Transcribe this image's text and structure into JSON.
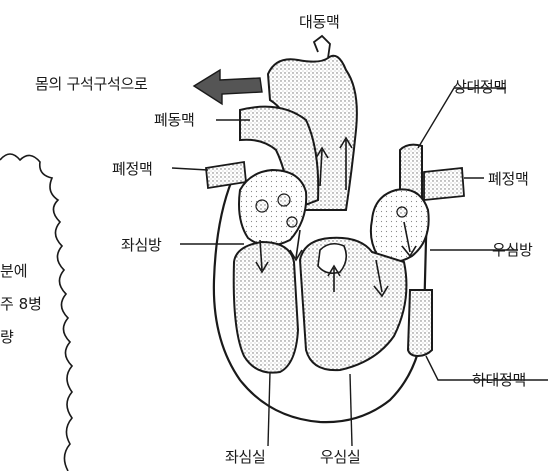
{
  "labels": {
    "aorta": "대동맥",
    "to_body": "몸의 구석구석으로",
    "pulmonary_artery": "폐동맥",
    "superior_vena_cava": "상대정맥",
    "pulmonary_vein_left": "폐정맥",
    "pulmonary_vein_right": "폐정맥",
    "left_atrium": "좌심방",
    "right_atrium": "우심방",
    "inferior_vena_cava": "하대정맥",
    "left_ventricle": "좌심실",
    "right_ventricle": "우심실"
  },
  "side_note": {
    "line1": "분에",
    "line2": "주 8병",
    "line3": "량"
  }
}
